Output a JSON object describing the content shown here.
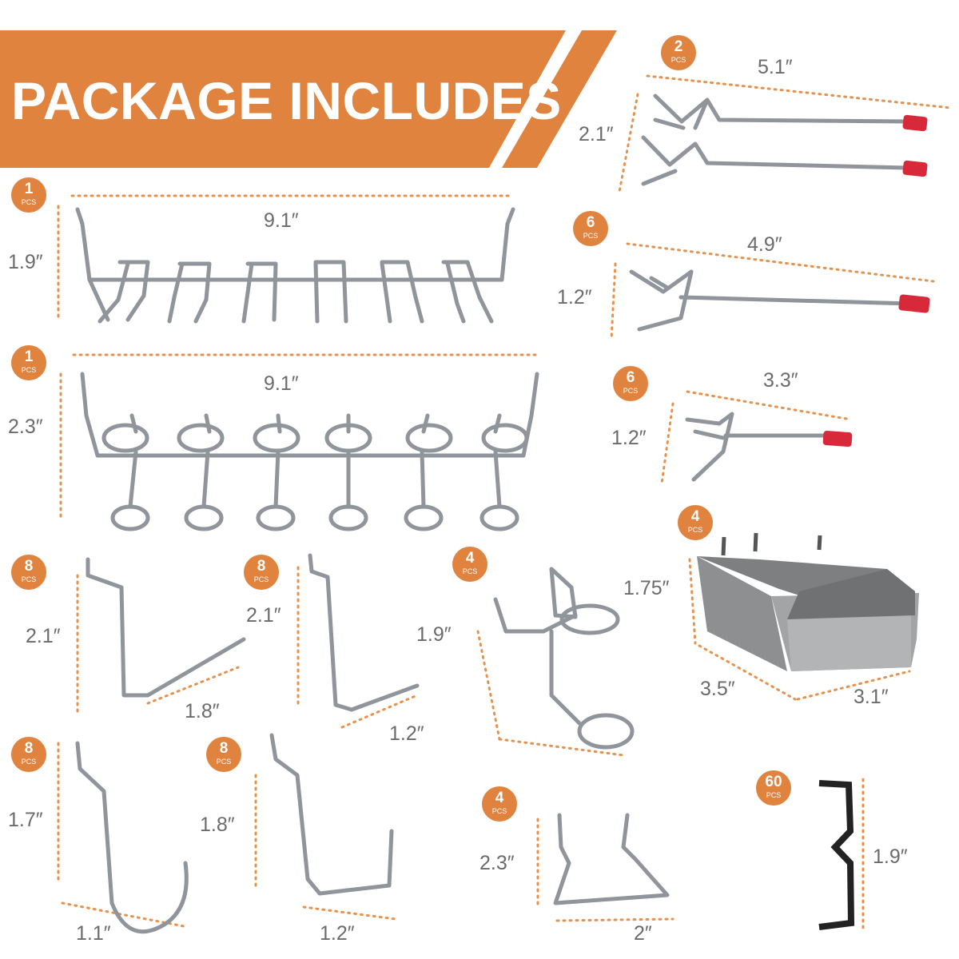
{
  "header": {
    "title": "PACKAGE INCLUDES",
    "color": "#e0833f"
  },
  "colors": {
    "accent": "#e0833f",
    "metal": "#8f959a",
    "cap": "#d8293a",
    "bin": "#8d8f91",
    "clip": "#222222"
  },
  "items": [
    {
      "name": "double-hook",
      "count": "2",
      "unit": "PCS",
      "dims": [
        "5.1″",
        "2.1″"
      ]
    },
    {
      "name": "u-hook-rack",
      "count": "1",
      "unit": "PCS",
      "dims": [
        "9.1″",
        "1.9″"
      ]
    },
    {
      "name": "long-single-hook",
      "count": "6",
      "unit": "PCS",
      "dims": [
        "4.9″",
        "1.2″"
      ]
    },
    {
      "name": "ring-hook-rack",
      "count": "1",
      "unit": "PCS",
      "dims": [
        "9.1″",
        "2.3″"
      ]
    },
    {
      "name": "short-single-hook",
      "count": "6",
      "unit": "PCS",
      "dims": [
        "3.3″",
        "1.2″"
      ]
    },
    {
      "name": "bin",
      "count": "4",
      "unit": "PCS",
      "dims": [
        "1.75″",
        "3.5″",
        "3.1″"
      ]
    },
    {
      "name": "angled-hook-a",
      "count": "8",
      "unit": "PCS",
      "dims": [
        "2.1″",
        "1.8″"
      ]
    },
    {
      "name": "angled-hook-b",
      "count": "8",
      "unit": "PCS",
      "dims": [
        "2.1″",
        "1.2″"
      ]
    },
    {
      "name": "ring-holder",
      "count": "4",
      "unit": "PCS",
      "dims": [
        "1.9″"
      ]
    },
    {
      "name": "j-hook",
      "count": "8",
      "unit": "PCS",
      "dims": [
        "1.7″",
        "1.1″"
      ]
    },
    {
      "name": "l-hook",
      "count": "8",
      "unit": "PCS",
      "dims": [
        "1.8″",
        "1.2″"
      ]
    },
    {
      "name": "spring-clip",
      "count": "4",
      "unit": "PCS",
      "dims": [
        "2.3″",
        "2″"
      ]
    },
    {
      "name": "locking-clip",
      "count": "60",
      "unit": "PCS",
      "dims": [
        "1.9″"
      ]
    }
  ]
}
